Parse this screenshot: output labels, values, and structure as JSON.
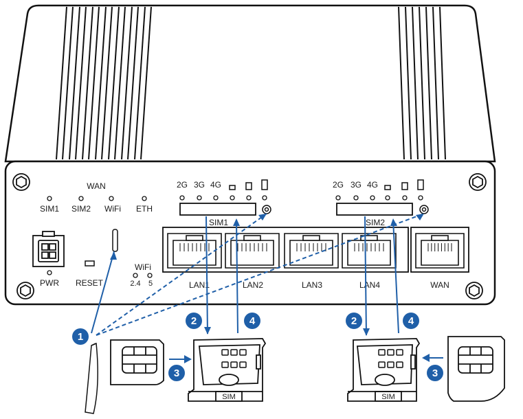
{
  "front_panel": {
    "wan_group_label": "WAN",
    "leds_left": [
      "SIM1",
      "SIM2",
      "WiFi",
      "ETH"
    ],
    "pwr_label": "PWR",
    "reset_label": "RESET",
    "wifi_label": "WiFi",
    "wifi_bands": [
      "2.4",
      "5"
    ],
    "signal_leds_1": [
      "2G",
      "3G",
      "4G"
    ],
    "signal_leds_2": [
      "2G",
      "3G",
      "4G"
    ],
    "sim_slot_1": "SIM1",
    "sim_slot_2": "SIM2",
    "ports": [
      "LAN1",
      "LAN2",
      "LAN3",
      "LAN4",
      "WAN"
    ]
  },
  "callouts": {
    "steps": [
      "1",
      "2",
      "4",
      "2",
      "4",
      "3",
      "3"
    ],
    "color": "#1f5fa8"
  },
  "sim_trays": {
    "label_left": "SIM",
    "label_right": "SIM"
  }
}
